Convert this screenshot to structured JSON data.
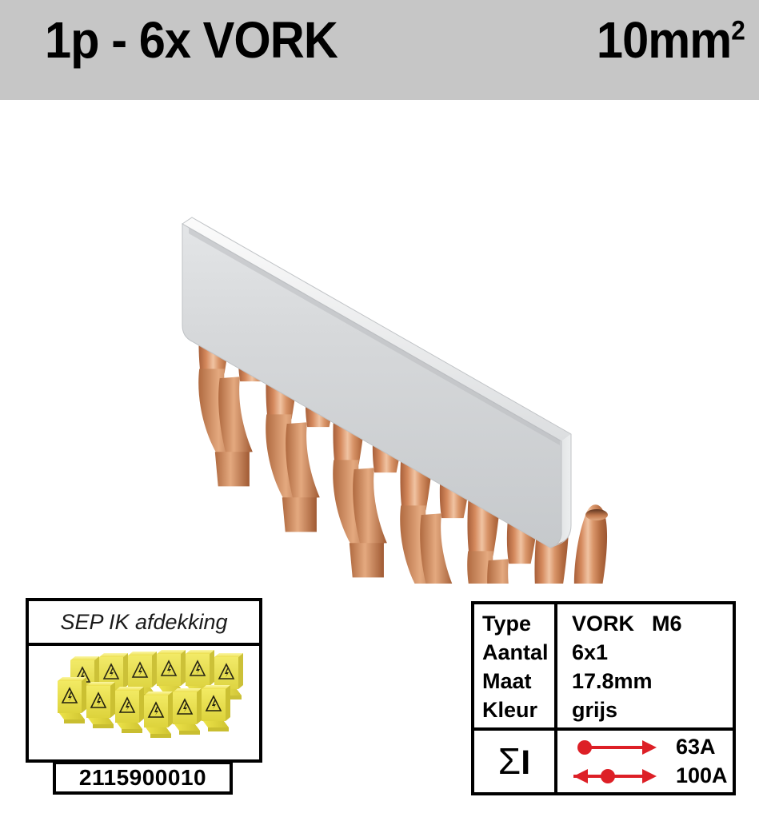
{
  "header": {
    "title": "1p - 6x VORK",
    "size_value": "10mm",
    "size_sup": "2"
  },
  "product_photo": {
    "description": "busbar-comb-6-fork",
    "rail_color": "#d0d2d4",
    "prong_color": "#c98158",
    "prong_count": 6
  },
  "accessory": {
    "header_label": "SEP IK afdekking",
    "part_number": "2115900010",
    "image_description": "yellow-insulation-covers-with-warning-triangles",
    "cover_color": "#e8e04a",
    "cover_count": 12
  },
  "spec_table": {
    "rows": [
      {
        "key": "Type",
        "value": "VORK",
        "value_extra": "M6"
      },
      {
        "key": "Aantal",
        "value": "6x1",
        "value_extra": ""
      },
      {
        "key": "Maat",
        "value": "17.8mm",
        "value_extra": ""
      },
      {
        "key": "Kleur",
        "value": "grijs",
        "value_extra": ""
      }
    ],
    "current": {
      "symbol_sigma": "Σ",
      "symbol_i": "I",
      "accent_color": "#dd1f26",
      "ratings": [
        {
          "feed": "end-feed",
          "label": "63A"
        },
        {
          "feed": "center-feed",
          "label": "100A"
        }
      ]
    }
  }
}
